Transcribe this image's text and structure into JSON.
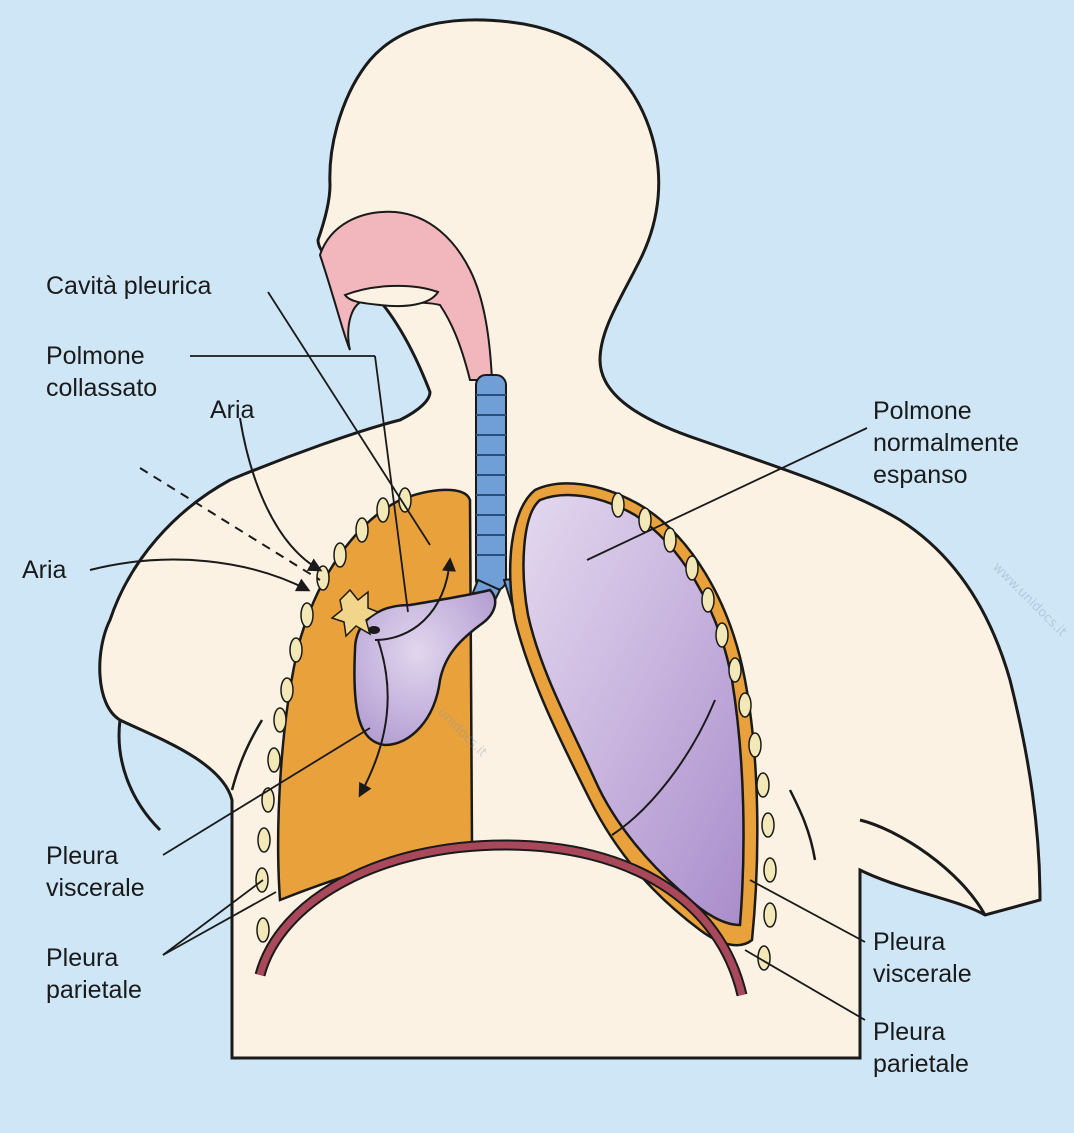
{
  "labels": {
    "pleural_cavity": "Cavità pleurica",
    "collapsed_lung": [
      "Polmone",
      "collassato"
    ],
    "air_top": "Aria",
    "air_left": "Aria",
    "normal_lung": [
      "Polmone",
      "normalmente",
      "espanso"
    ],
    "visceral_pleura_left": [
      "Pleura",
      "viscerale"
    ],
    "parietal_pleura_left": [
      "Pleura",
      "parietale"
    ],
    "visceral_pleura_right": [
      "Pleura",
      "viscerale"
    ],
    "parietal_pleura_right": [
      "Pleura",
      "parietale"
    ]
  },
  "watermark": {
    "text_a": "www.unidocs.it",
    "text_b": "unidocs.it"
  },
  "colors": {
    "background": "#cfe6f6",
    "skin": "#fbf2e3",
    "pleural_cavity_fill": "#e9a23b",
    "lung_fill": "#cdbbe0",
    "lung_shade": "#b7a1d3",
    "trachea": "#6f9fd6",
    "mouth": "#f2b6bd",
    "diaphragm": "#a8485a",
    "ribs": "#f3e8b8"
  }
}
